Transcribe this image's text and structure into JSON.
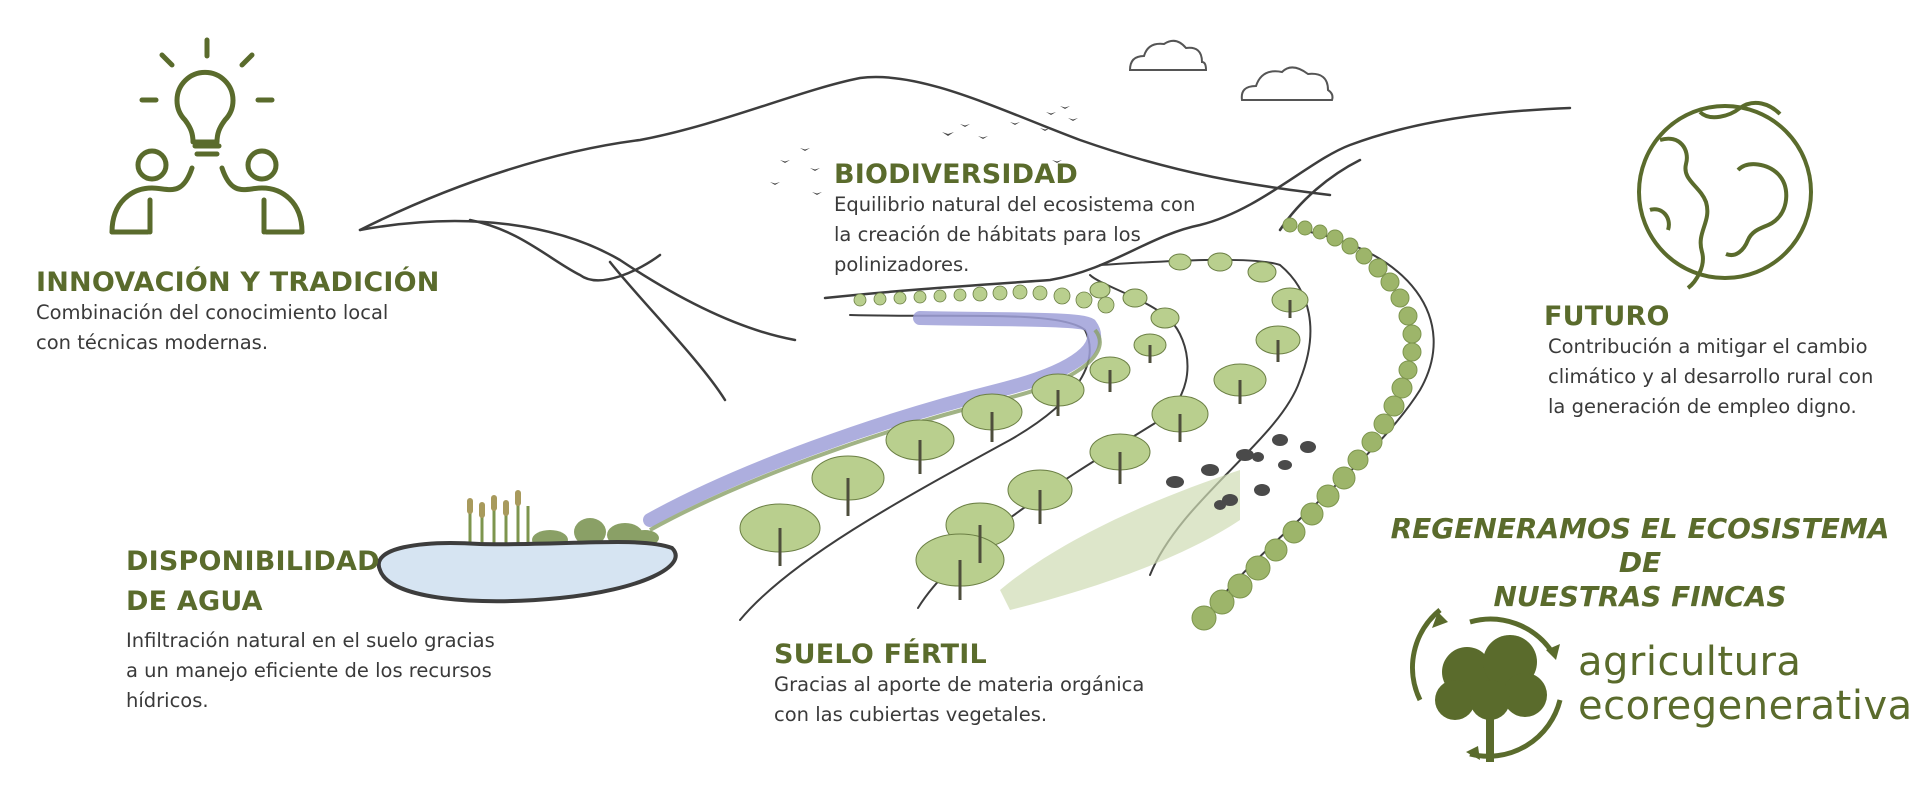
{
  "sections": {
    "innovation": {
      "title": "INNOVACIÓN Y TRADICIÓN",
      "lines": [
        "Combinación del conocimiento local",
        "con técnicas modernas."
      ]
    },
    "biodiversity": {
      "title": "BIODIVERSIDAD",
      "lines": [
        "Equilibrio natural del ecosistema con",
        "la creación de hábitats para los",
        "polinizadores."
      ]
    },
    "future": {
      "title": "FUTURO",
      "lines": [
        "Contribución a mitigar el cambio",
        "climático y al desarrollo rural con",
        "la generación de empleo digno."
      ]
    },
    "water": {
      "title_lines": [
        "DISPONIBILIDAD",
        "DE AGUA"
      ],
      "lines": [
        "Infiltración natural en el suelo gracias",
        "a un manejo eficiente de los recursos",
        "hídricos."
      ]
    },
    "soil": {
      "title": "SUELO FÉRTIL",
      "lines": [
        "Gracias al aporte de materia orgánica",
        "con las cubiertas vegetales."
      ]
    }
  },
  "slogan": [
    "REGENERAMOS EL ECOSISTEMA DE",
    "NUESTRAS FINCAS"
  ],
  "brand": [
    "agricultura",
    "ecoregenerativa"
  ],
  "colors": {
    "accent": "#5a6b2c",
    "text": "#3a3a3a",
    "water": "#d6e4f2",
    "tree_foliage": "#b9cf8e",
    "lavender": "#9fa0d8",
    "line": "#3d3d3d"
  },
  "icons": [
    "lightbulb-people-icon",
    "globe-icon",
    "tree-logo-icon",
    "cloud-icon",
    "bird-icon",
    "sheep-icon"
  ]
}
